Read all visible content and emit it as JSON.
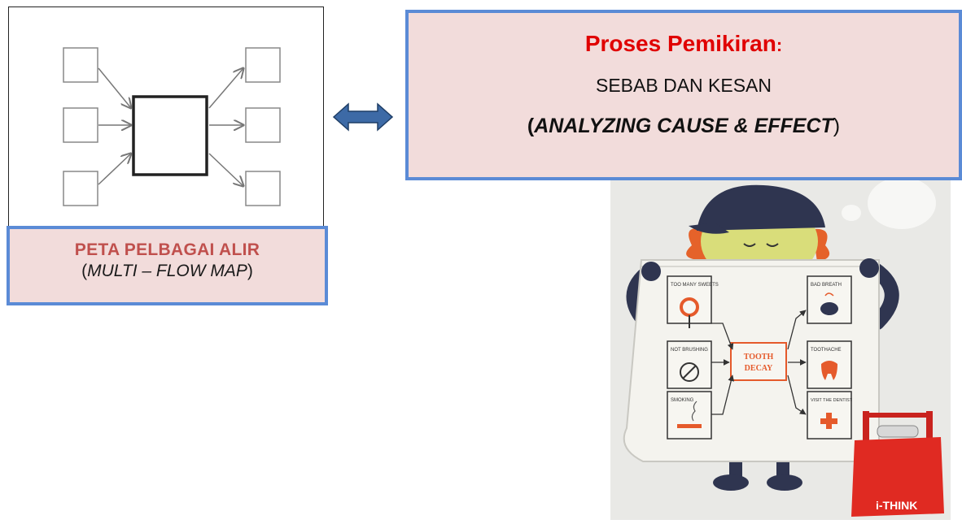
{
  "process": {
    "heading": "Proses Pemikiran",
    "heading_colon": ":",
    "subheading": "SEBAB DAN KESAN",
    "english_open": "(",
    "english_italic": "ANALYZING CAUSE & EFFECT",
    "english_close": ")"
  },
  "map": {
    "title": "PETA PELBAGAI ALIR",
    "english_open": "(",
    "english_italic": "MULTI – FLOW MAP",
    "english_close": ")"
  },
  "illustration": {
    "causes": [
      "TOO MANY SWEETS",
      "NOT BRUSHING",
      "SMOKING"
    ],
    "event": [
      "TOOTH",
      "DECAY"
    ],
    "effects": [
      "BAD BREATH",
      "TOOTHACHE",
      "VISIT THE DENTIST"
    ],
    "logo_text": "i-THINK"
  },
  "colors": {
    "box_fill": "#f2dcdb",
    "box_border": "#5b8bd6",
    "heading_red": "#e00000",
    "label_red": "#c0504d",
    "arrow_blue": "#3d6aa6",
    "decay_orange": "#e55a2b"
  }
}
